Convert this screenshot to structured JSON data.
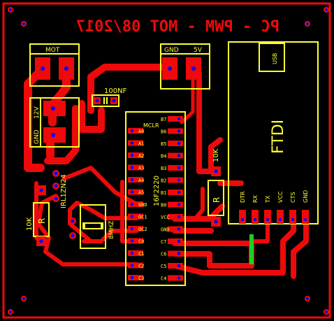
{
  "board": {
    "title": "PC - PWM - MOT 08/2017",
    "colors": {
      "copper": "#ee0a0a",
      "silkscreen": "#ffff33",
      "drill": "#0000ff",
      "jumper": "#22cc22",
      "background": "#000000"
    }
  },
  "labels": {
    "mot": "MOT",
    "gnd_5v_gnd": "GND",
    "gnd_5v_5v": "5V",
    "usb": "USB",
    "ftdi": "FTDI",
    "cap": "100NF",
    "power_12v": "12V",
    "power_gnd": "GND",
    "mosfet": "IRL1ZN24",
    "r_left_value": "10K",
    "r_left_ref": "R",
    "r_right_value": "10K",
    "r_right_ref": "R",
    "crystal": "8MHZ",
    "mcu": "16F2220",
    "mclr": "MCLR"
  },
  "mcu_pins_left": [
    "A0",
    "A1",
    "A2",
    "A3",
    "A4",
    "A5",
    "GND",
    "OC1",
    "OC2",
    "C0",
    "C1",
    "C2",
    "C3"
  ],
  "mcu_pins_right": [
    "B7",
    "B6",
    "B5",
    "B4",
    "B3",
    "B2",
    "B1",
    "B0",
    "VCC",
    "GND",
    "C7",
    "C6",
    "C5",
    "C4"
  ],
  "ftdi_pins": [
    "DTR",
    "RX",
    "TX",
    "VCC",
    "CTS",
    "GND"
  ]
}
